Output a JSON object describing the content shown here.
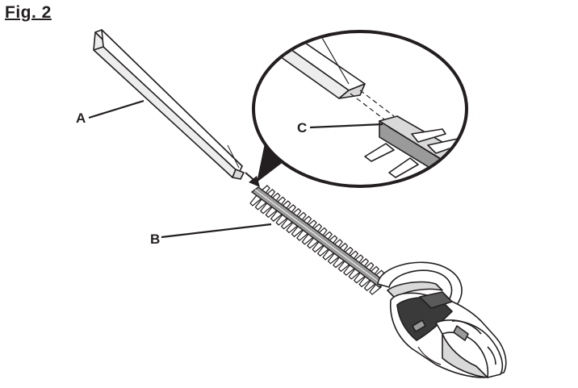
{
  "figure": {
    "title": "Fig. 2"
  },
  "callouts": {
    "a": "A",
    "b": "B",
    "c": "C"
  },
  "colors": {
    "line": "#231f20",
    "shade_light": "#d9d9d9",
    "shade_mid": "#9a9a9a",
    "shade_dark": "#3a3a3a"
  }
}
